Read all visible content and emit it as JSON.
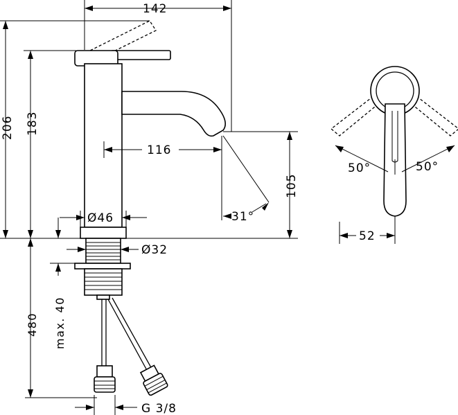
{
  "drawing": {
    "front_view": {
      "width_total": "142",
      "height_total": "206",
      "height_spout": "183",
      "spout_projection": "116",
      "spout_height": "105",
      "spout_angle": "31°",
      "body_diameter": "Ø46",
      "thread_diameter": "Ø32",
      "hose_length": "480",
      "max_mounting_thickness": "max. 40",
      "connection_thread": "G 3/8"
    },
    "top_view": {
      "lever_angle_left": "50°",
      "lever_angle_right": "50°",
      "lever_length": "52"
    }
  }
}
